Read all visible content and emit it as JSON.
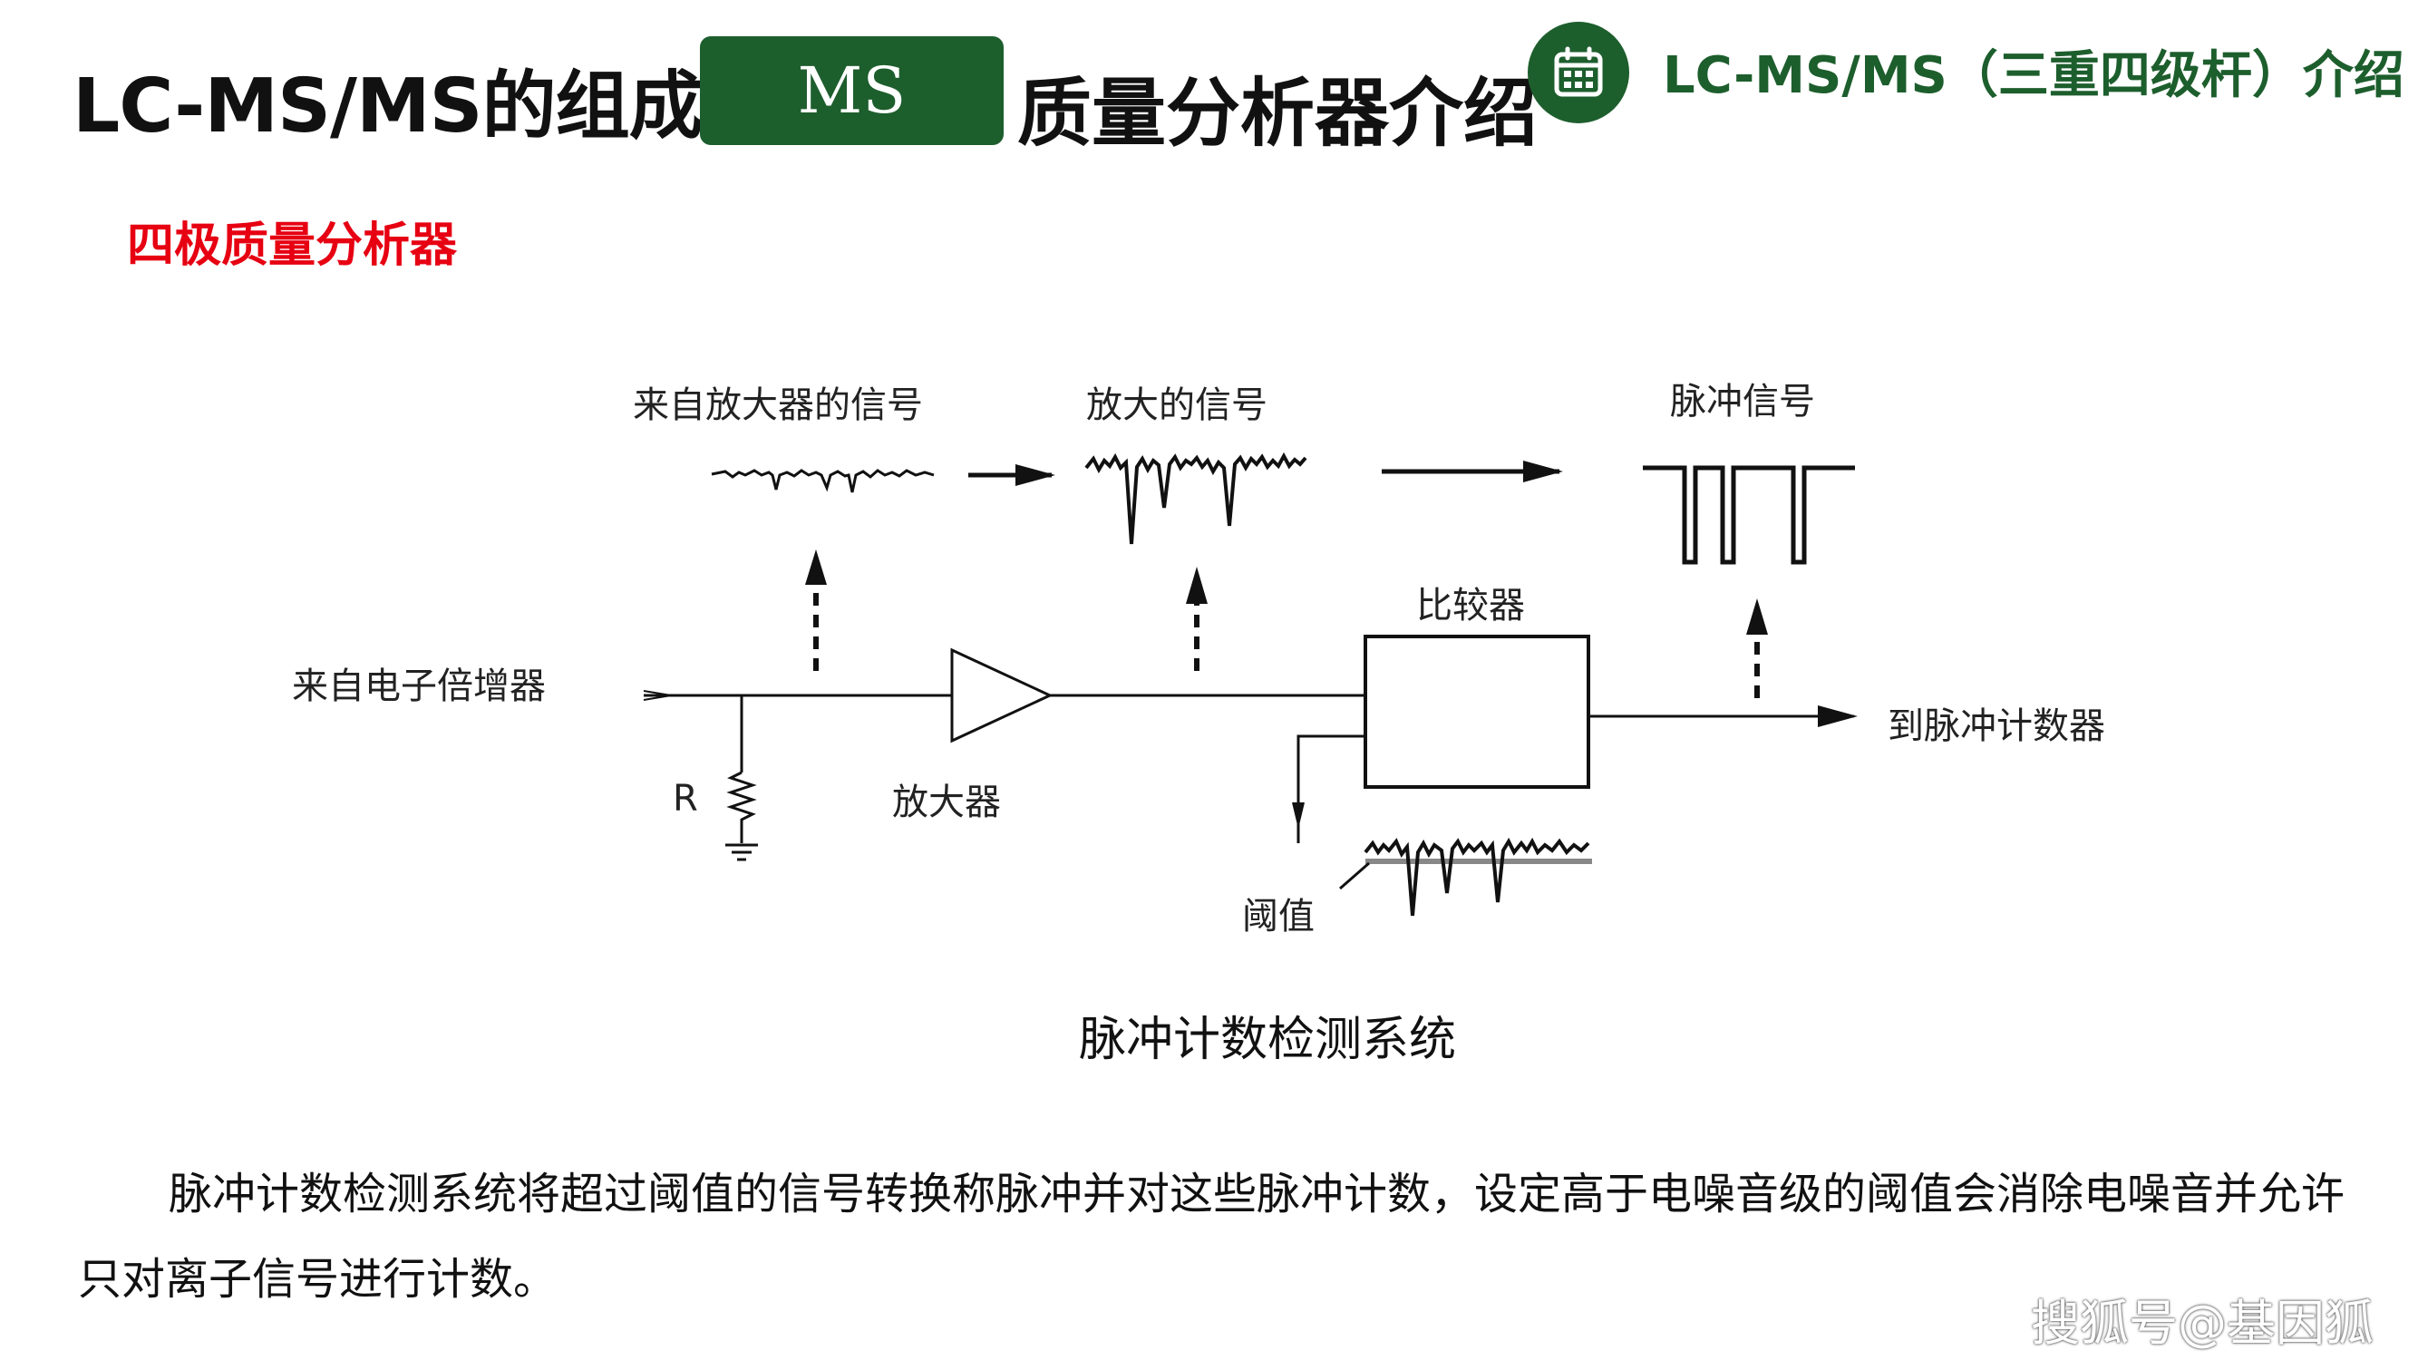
{
  "header": {
    "title_left": "LC-MS/MS的组成",
    "badge": "MS",
    "title_right": "质量分析器介绍",
    "calendar_icon": "calendar-icon",
    "subtitle": "LC-MS/MS（三重四级杆）介绍",
    "accent_color": "#1d5e2d"
  },
  "section": {
    "heading": "四极质量分析器",
    "color": "#e60012"
  },
  "diagram": {
    "labels": {
      "from_amplifier_signal": "来自放大器的信号",
      "amplified_signal": "放大的信号",
      "pulse_signal": "脉冲信号",
      "comparator": "比较器",
      "from_electron_multiplier": "来自电子倍增器",
      "to_pulse_counter": "到脉冲计数器",
      "resistor": "R",
      "amplifier": "放大器",
      "threshold": "阈值"
    },
    "caption": "脉冲计数检测系统"
  },
  "paragraph": "脉冲计数检测系统将超过阈值的信号转换称脉冲并对这些脉冲计数，设定高于电噪音级的阈值会消除电噪音并允许只对离子信号进行计数。",
  "watermark": "搜狐号@基因狐"
}
